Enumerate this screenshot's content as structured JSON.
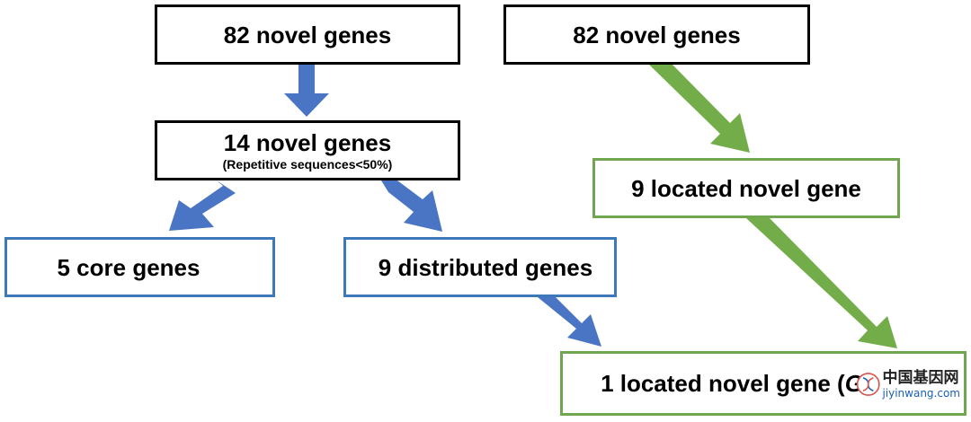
{
  "boxes": {
    "left_top": "82 novel genes",
    "right_top": "82 novel genes",
    "middle_main": "14 novel genes",
    "middle_sub": "(Repetitive sequences<50%)",
    "core": "5 core genes",
    "distributed": "9 distributed genes",
    "located_nine": "9 located novel gene",
    "located_one_prefix": "1 located novel gene (",
    "located_one_italic": "G"
  },
  "watermark": {
    "chinese": "中国基因网",
    "url": "jiyinwang.com"
  },
  "colors": {
    "blue_arrow": "#4a75c4",
    "blue_border": "#3d78b8",
    "green_arrow": "#72ad4a",
    "green_border": "#6fa64f",
    "black_border": "#000000"
  }
}
